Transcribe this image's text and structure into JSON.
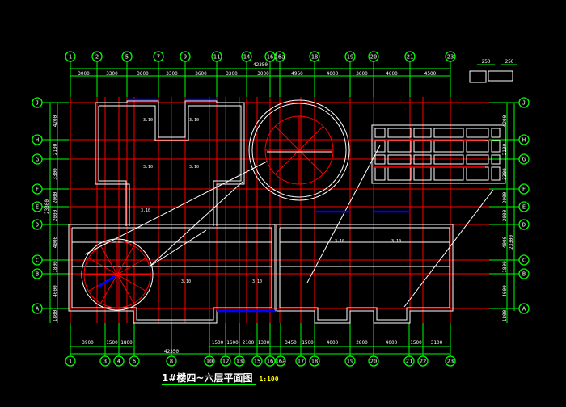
{
  "drawing": {
    "title": "1#楼四~六层平面图",
    "scale": "1:100",
    "colors": {
      "axis": "#00ff00",
      "grid": "#ff0000",
      "wall": "#ffffff",
      "window": "#0000ff",
      "text": "#ffffff",
      "scale": "#ffff00"
    }
  },
  "top_axes": [
    "1",
    "2",
    "5",
    "7",
    "9",
    "11",
    "14",
    "16",
    "16a",
    "18",
    "19",
    "20",
    "21",
    "23"
  ],
  "top_dims": [
    "3000",
    "3300",
    "3600",
    "3300",
    "3600",
    "3300",
    "3000",
    "4960",
    "4000",
    "3600",
    "4000",
    "4500"
  ],
  "top_total": "42350",
  "bottom_axes": [
    "1",
    "3",
    "4",
    "6",
    "8",
    "10",
    "12",
    "13",
    "15",
    "16",
    "16a",
    "17",
    "18",
    "19",
    "20",
    "21",
    "22",
    "23"
  ],
  "bottom_dims": [
    "3900",
    "1500",
    "1800",
    "1500",
    "1600",
    "2100",
    "1300",
    "3450",
    "1500",
    "4000",
    "2800",
    "4000",
    "1500",
    "3100"
  ],
  "bottom_total": "42350",
  "row_axes": [
    "J",
    "H",
    "G",
    "F",
    "E",
    "D",
    "C",
    "B",
    "A"
  ],
  "side_dims": [
    "4200",
    "2100",
    "3300",
    "2000",
    "2000",
    "4000",
    "1800",
    "4000",
    "1800"
  ],
  "side_total": "23300",
  "detail_dims": [
    "250",
    "250"
  ],
  "room_labels": [
    "3.10",
    "3.10",
    "3.10",
    "3.10",
    "3.10",
    "3.10",
    "3.10",
    "3.10",
    "3.10"
  ]
}
